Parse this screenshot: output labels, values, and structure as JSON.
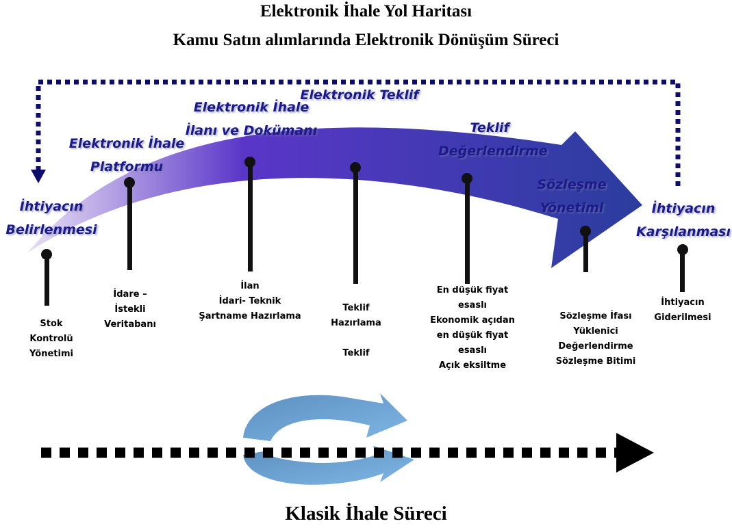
{
  "title": "Elektronik İhale Yol Haritası",
  "subtitle": "Kamu Satın alımlarında Elektronik Dönüşüm Süreci",
  "stages": [
    {
      "label": [
        "İhtiyacın",
        "Belirlenmesi"
      ]
    },
    {
      "label": [
        "Elektronik İhale",
        "Platformu"
      ]
    },
    {
      "label": [
        "Elektronik İhale",
        "İlanı ve Dokümanı"
      ]
    },
    {
      "label": [
        "Elektronik Teklif"
      ]
    },
    {
      "label": [
        "Teklif",
        "Değerlendirme"
      ]
    },
    {
      "label": [
        "Sözleşme",
        "Yönetimi"
      ]
    },
    {
      "label": [
        "İhtiyacın",
        "Karşılanması"
      ]
    }
  ],
  "details": [
    {
      "lines": [
        "Stok",
        "Kontrolü",
        "Yönetimi"
      ]
    },
    {
      "lines": [
        "İdare –",
        "İstekli",
        "Veritabanı"
      ]
    },
    {
      "lines": [
        "İlan",
        "İdari- Teknik",
        "Şartname Hazırlama"
      ]
    },
    {
      "lines": [
        "Teklif",
        "Hazırlama",
        "",
        "Teklif"
      ]
    },
    {
      "lines": [
        "En düşük fiyat",
        "esaslı",
        "Ekonomik açıdan",
        "en düşük fiyat",
        "esaslı",
        "Açık eksiltme"
      ]
    },
    {
      "lines": [
        "Sözleşme İfası",
        "Yüklenici",
        "Değerlendirme",
        "Sözleşme Bitimi"
      ]
    },
    {
      "lines": [
        "İhtiyacın",
        "Giderilmesi"
      ]
    }
  ],
  "bottom_title": "Klasik İhale Süreci",
  "colors": {
    "title": "#000000",
    "stage_text": "#1a1a8c",
    "arrow_start": "#e6dcf4",
    "arrow_mid": "#5a36c8",
    "arrow_end": "#2b3d9e",
    "loop_dash": "#0d0d6b",
    "cycle_fill": "#5b8fbf",
    "cycle_light": "#7fb6e6"
  }
}
